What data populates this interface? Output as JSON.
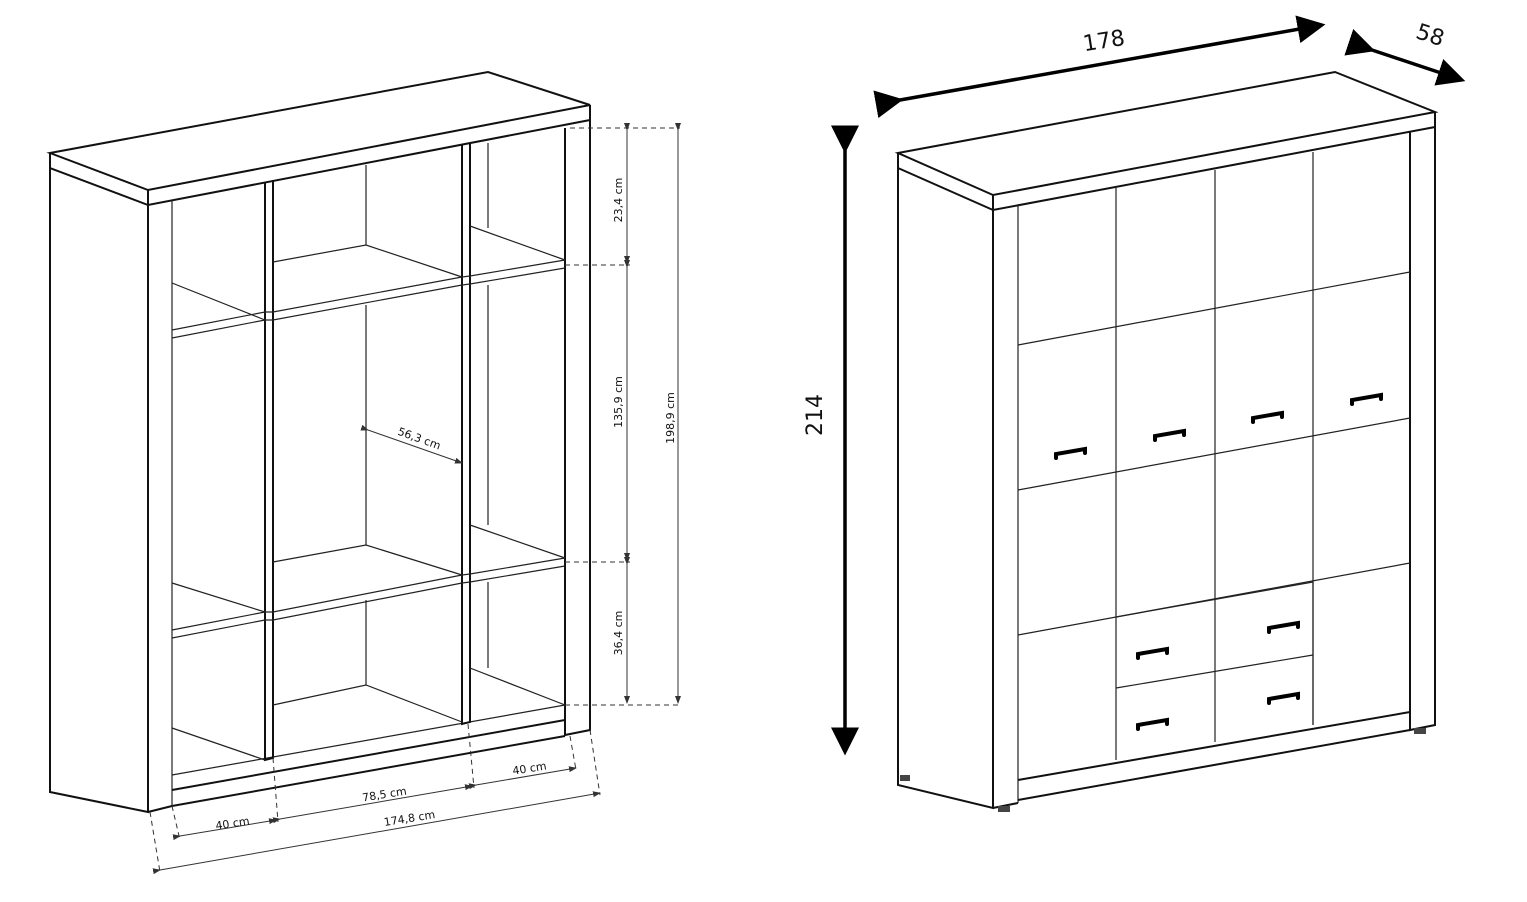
{
  "interior_view": {
    "dimensions": {
      "top_compartment_height": "23,4 cm",
      "hanging_compartment_height": "135,9 cm",
      "bottom_compartment_height": "36,4 cm",
      "interior_height": "198,9 cm",
      "hanging_depth": "56,3 cm",
      "left_width": "40 cm",
      "middle_width": "78,5 cm",
      "right_width": "40 cm",
      "interior_width": "174,8 cm"
    }
  },
  "exterior_view": {
    "dimensions": {
      "width": "178",
      "depth": "58",
      "height": "214"
    }
  }
}
